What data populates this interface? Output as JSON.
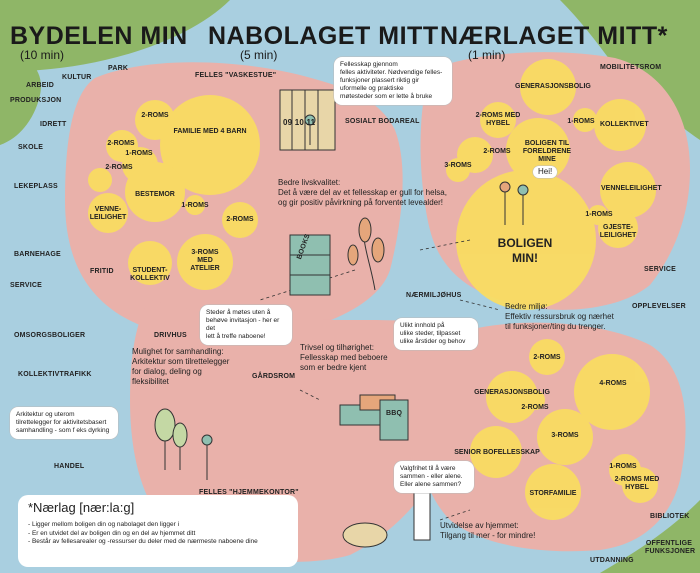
{
  "titles": {
    "bydelen": "BYDELEN MIN",
    "bydelen_sub": "(10 min)",
    "nabolaget": "NABOLAGET MITT",
    "nabolaget_sub": "(5 min)",
    "naerlaget": "NÆRLAGET MITT*",
    "naerlaget_sub": "(1 min)"
  },
  "district_labels": {
    "park": "PARK",
    "kultur": "KULTUR",
    "arbeid": "ARBEID",
    "produksjon": "PRODUKSJON",
    "idrett": "IDRETT",
    "skole": "SKOLE",
    "lekeplass": "LEKEPLASS",
    "barnehage": "BARNEHAGE",
    "service_left": "SERVICE",
    "omsorgsboliger": "OMSORGSBOLIGER",
    "kollektivtrafikk": "KOLLEKTIVTRAFIKK",
    "handel": "HANDEL",
    "mobilitetsrom": "MOBILITETSROM",
    "service_right": "SERVICE",
    "opplevelser": "OPPLEVELSER",
    "bibliotek": "BIBLIOTEK",
    "offentlige_funksjoner": "OFFENTLIGE FUNKSJONER",
    "utdanning": "UTDANNING"
  },
  "zone_labels": {
    "felles_vaskestue": "FELLES \"VASKESTUE\"",
    "sosialt_bodareal": "SOSIALT BODAREAL",
    "fritid": "FRITID",
    "drivhus": "DRIVHUS",
    "naermiljohus": "NÆRMILJØHUS",
    "gardsrom": "GÅRDSROM",
    "felles_hjemmekontor": "FELLES \"HJEMMEKONTOR\""
  },
  "cluster_left": {
    "familie": "FAMILIE MED 4 BARN",
    "toroms_a": "2-ROMS",
    "toroms_b": "2-ROMS",
    "toroms_c": "2-ROMS",
    "toroms_d": "2-ROMS",
    "enroms_a": "1-ROMS",
    "enroms_b": "1-ROMS",
    "bestemor": "BESTEMOR",
    "venneleilighet": "VENNE-\nLEILIGHET",
    "treroms_atelier": "3-ROMS\nMED\nATELIER",
    "studentkollektiv": "STUDENT-\nKOLLEKTIV"
  },
  "cluster_right_top": {
    "generasjonsbolig": "GENERASJONSBOLIG",
    "toroms_hybel": "2-ROMS MED\nHYBEL",
    "enroms_a": "1-ROMS",
    "kollektivet": "KOLLEKTIVET",
    "toroms": "2-ROMS",
    "boligen_foreldre": "BOLIGEN TIL\nFORELDRENE MINE",
    "treroms": "3-ROMS",
    "venneleilighet": "VENNELEILIGHET",
    "enroms_b": "1-ROMS",
    "gjesteleilighet": "GJESTE-\nLEILIGHET",
    "boligen_min": "BOLIGEN\nMIN!",
    "hei": "Hei!"
  },
  "cluster_right_bottom": {
    "toroms_a": "2-ROMS",
    "generasjonsbolig": "GENERASJONSBOLIG",
    "fireroms": "4-ROMS",
    "toroms_b": "2-ROMS",
    "treroms": "3-ROMS",
    "senior": "SENIOR BOFELLESSKAP",
    "enroms": "1-ROMS",
    "toroms_hybel": "2-ROMS MED\nHYBEL",
    "storfamilie": "STORFAMILIE"
  },
  "texts": {
    "livskvalitet": "Bedre livskvalitet:\nDet å være del av et fellesskap er gull for helsa,\nog gir positiv påvirkning på forventet levealder!",
    "miljo": "Bedre miljø:\nEffektiv ressursbruk og nærhet\ntil funksjoner/ting du trenger.",
    "samhandling": "Mulighet for samhandling:\nArkitektur som tilrettelegger\nfor dialog, deling og\nfleksibilitet",
    "trivsel": "Trivsel og tilhørighet:\nFellesskap med beboere\nsom er bedre kjent",
    "utvidelse": "Utvidelse av hjemmet:\nTilgang til mer - for mindre!"
  },
  "bubbles": {
    "fellesskap": "Fellesskap gjennom\nfelles aktiviteter. Nødvendige felles-\nfunksjoner plassert riktig gir\nuformelle og praktiske\nmøtesteder som er lette å bruke",
    "steder": "Steder å møtes uten å\nbehøve invitasjon - her er det\nlett å treffe naboene!",
    "innhold": "Ulikt innhold på\nulike steder, tilpasset\nulike årstider og behov",
    "arkitektur": "Arkitektur og uterom\ntilrettelegger for aktivitetsbasert\nsamhandling - som f eks dyrking",
    "valgfrihet": "Valgfrihet til å være\nsammen - eller alene.\nEller alene sammen?"
  },
  "legend": {
    "title": "*Nærlag [nær:la:g]",
    "items": [
      "- Ligger mellom boligen din og nabolaget den ligger i",
      "- Er en utvidet del av boligen din og en del av hjemmet ditt",
      "- Består av fellesarealer og -ressurser du deler med de nærmeste naboene dine"
    ]
  },
  "props": {
    "books": "BOOKS",
    "bbq": "BBQ",
    "numbers": "09 10 11"
  },
  "colors": {
    "water": "#a9cfe0",
    "land": "#8fb667",
    "pink": "#e9b1aa",
    "yellow": "#f9dc62"
  }
}
